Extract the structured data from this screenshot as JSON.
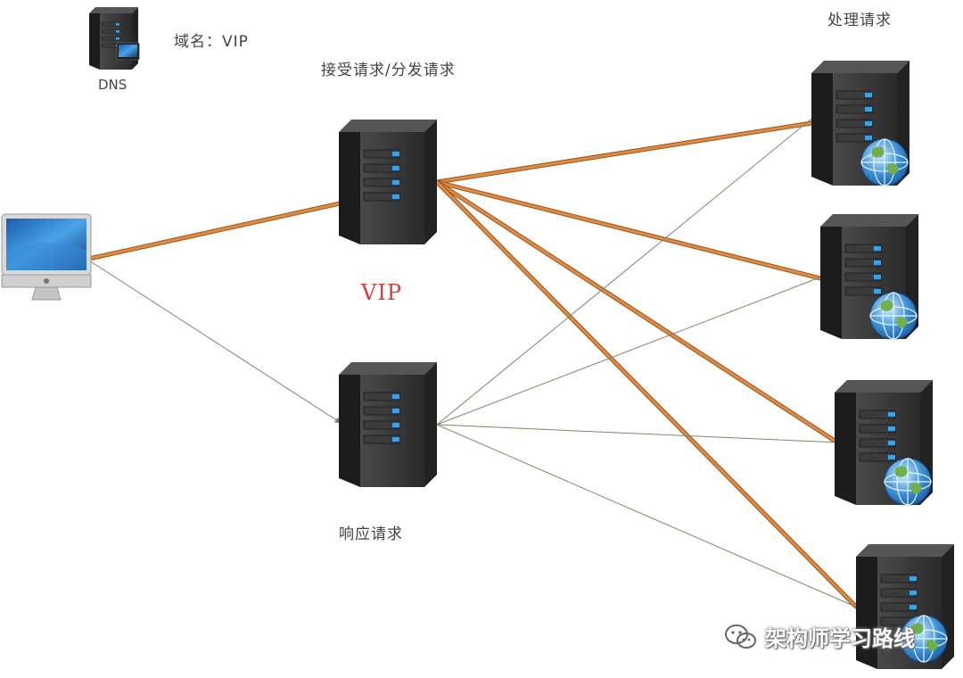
{
  "labels": {
    "domain": "域名：VIP",
    "dns": "DNS",
    "receive": "接受请求/分发请求",
    "vip": "VIP",
    "respond": "响应请求",
    "process": "处理请求"
  },
  "watermark": {
    "text": "架构师学习路线",
    "icon": "wechat-icon"
  },
  "colors": {
    "request_link": "#e8883a",
    "response_link": "#7a8a6a",
    "vip_label": "#d63b3b",
    "server_body": "#2c2c2c",
    "server_led": "#3aa0e8"
  },
  "nodes": [
    {
      "id": "dns",
      "icon": "dns-server-icon"
    },
    {
      "id": "client",
      "icon": "imac-icon"
    },
    {
      "id": "lb-receive",
      "icon": "server-icon"
    },
    {
      "id": "lb-respond",
      "icon": "server-icon"
    },
    {
      "id": "web-1",
      "icon": "web-server-globe-icon"
    },
    {
      "id": "web-2",
      "icon": "web-server-globe-icon"
    },
    {
      "id": "web-3",
      "icon": "web-server-globe-icon"
    },
    {
      "id": "web-4",
      "icon": "web-server-globe-icon"
    }
  ],
  "edges": [
    {
      "from": "client",
      "to": "lb-receive",
      "kind": "request"
    },
    {
      "from": "lb-receive",
      "to": "web-1",
      "kind": "request"
    },
    {
      "from": "lb-receive",
      "to": "web-2",
      "kind": "request"
    },
    {
      "from": "lb-receive",
      "to": "web-3",
      "kind": "request"
    },
    {
      "from": "lb-receive",
      "to": "web-4",
      "kind": "request"
    },
    {
      "from": "client",
      "to": "lb-respond",
      "kind": "response"
    },
    {
      "from": "web-1",
      "to": "lb-respond",
      "kind": "response"
    },
    {
      "from": "web-2",
      "to": "lb-respond",
      "kind": "response"
    },
    {
      "from": "web-3",
      "to": "lb-respond",
      "kind": "response"
    },
    {
      "from": "web-4",
      "to": "lb-respond",
      "kind": "response"
    }
  ]
}
